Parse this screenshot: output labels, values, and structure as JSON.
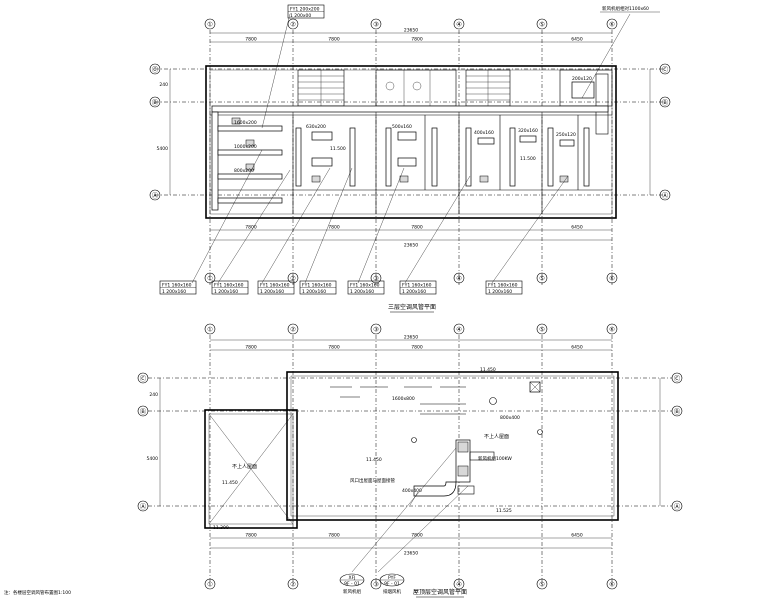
{
  "drawings": {
    "upper": {
      "title": "三层空调风管平面",
      "dim_total_top": "23650",
      "dim_total_bottom": "23650",
      "dim_segments": [
        "7800",
        "7800",
        "7800",
        "6450"
      ],
      "dim_rows_left": [
        "240",
        "5400"
      ],
      "axis_cols": [
        "①",
        "②",
        "③",
        "④",
        "⑤",
        "⑥"
      ],
      "axis_rows": [
        "Ⓒ",
        "Ⓑ",
        "Ⓐ"
      ],
      "tag_top_left": [
        "FY1 200x200",
        "1 200x00"
      ],
      "tag_top_right": "新风机组相对1100x60",
      "tags_bottom": [
        [
          "FY1 160x160",
          "1 200x160"
        ],
        [
          "FY1 160x160",
          "1 200x160"
        ],
        [
          "FY1 160x160",
          "1 200x160"
        ],
        [
          "FY1 160x160",
          "1 200x160"
        ],
        [
          "FY1 160x160",
          "1 200x160"
        ],
        [
          "FY1 160x160",
          "1 200x160"
        ]
      ],
      "duct_labels": [
        "1600x200",
        "1000x200",
        "800x200",
        "630x200",
        "500x160",
        "400x160",
        "320x160",
        "250x120",
        "200x120"
      ],
      "elevation_labels": [
        "11.500",
        "11.500"
      ]
    },
    "lower": {
      "title": "屋顶层空调风管平面",
      "dim_total_top": "23650",
      "dim_total_bottom": "23650",
      "dim_segments": [
        "7800",
        "7800",
        "7800",
        "6450"
      ],
      "dim_rows_left": [
        "240",
        "5400"
      ],
      "axis_cols": [
        "①",
        "②",
        "③",
        "④",
        "⑤",
        "⑥"
      ],
      "axis_rows": [
        "Ⓒ",
        "Ⓑ",
        "Ⓐ"
      ],
      "elev_top": "11.450",
      "elev_mid": "11.450",
      "elev_bottom_a": "11.300",
      "elev_bottom_b": "11.525",
      "elev_left": "11.450",
      "room_label_left": "不上人屋面",
      "room_label_right": "不上人屋面",
      "unit_label": "新风机组100KW",
      "duct_note": "风口出屋面与屋面接管",
      "duct_labels": [
        "1600x800",
        "800x400",
        "400x400"
      ],
      "equip_tags": [
        {
          "id": "XFJ",
          "sub": "新风机组"
        },
        {
          "id": "PYF",
          "sub": "排烟风机"
        }
      ],
      "equip_codes": [
        "9F - 01",
        "9F - 01"
      ]
    }
  },
  "footnote": "注：各楼层空调风管布置图1:100"
}
